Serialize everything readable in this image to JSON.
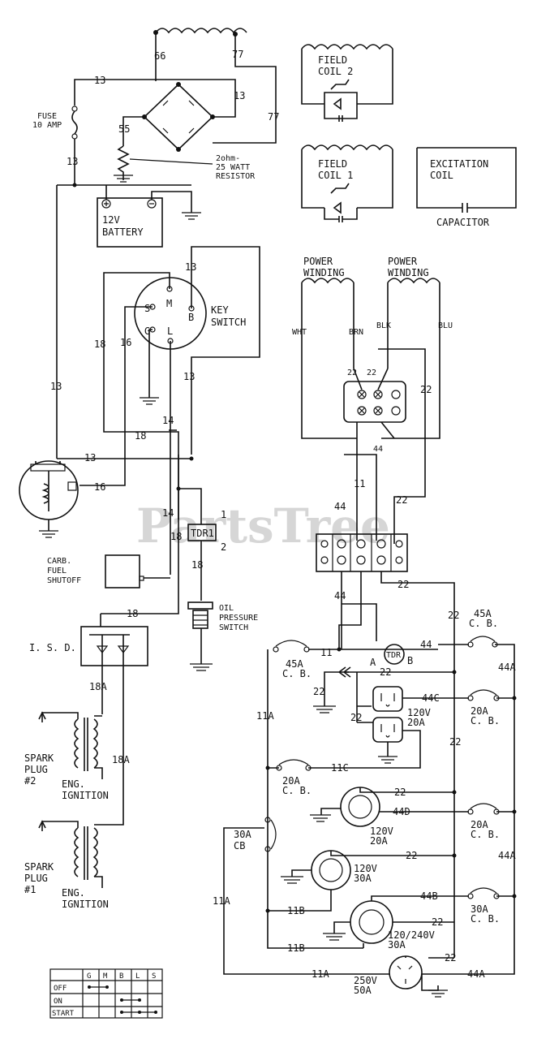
{
  "watermark": "PartsTree",
  "wire_labels": {
    "w66": "66",
    "w77a": "77",
    "w77b": "77",
    "w13a": "13",
    "w13b": "13",
    "w13c": "13",
    "w13d": "13",
    "w13e": "13",
    "w13f": "13",
    "w13g": "13",
    "w55": "55",
    "w18a": "18",
    "w18b": "18",
    "w18c": "18",
    "w18d": "18",
    "w18e": "18",
    "w16a": "16",
    "w16b": "16",
    "w14a": "14",
    "w14b": "14",
    "w18Aa": "18A",
    "w18Ab": "18A",
    "w22a": "22",
    "w22b": "22",
    "w22c": "22",
    "w22d": "22",
    "w22e": "22",
    "w22f": "22",
    "w22g": "22",
    "w22h": "22",
    "w22i": "22",
    "w22j": "22",
    "w22k": "22",
    "w22l": "22",
    "w22m": "22",
    "w22n": "22",
    "w44a": "44",
    "w44b": "44",
    "w44c": "44",
    "w44d": "44",
    "w11a": "11",
    "w11b": "11",
    "w44Aa": "44A",
    "w44Ab": "44A",
    "w44Ac": "44A",
    "w11Aa": "11A",
    "w11Ab": "11A",
    "w11Ac": "11A",
    "w44C": "44C",
    "w44D": "44D",
    "w44B": "44B",
    "w11C": "11C",
    "w11Ba": "11B",
    "w11Bb": "11B",
    "pin1": "1",
    "pin2": "2",
    "termA": "A",
    "termB": "B"
  },
  "components": {
    "fuse": "FUSE\n10 AMP",
    "resistor": "2ohm-\n25 WATT\nRESISTOR",
    "battery": "12V\nBATTERY",
    "key_switch": "KEY\nSWITCH",
    "key_terms": {
      "M": "M",
      "B": "B",
      "S": "S",
      "G": "G",
      "L": "L"
    },
    "tdr1": "TDR1",
    "tdr": "TDR",
    "carb": "CARB.\nFUEL\nSHUTOFF",
    "oil": "OIL\nPRESSURE\nSWITCH",
    "isd": "I. S. D.",
    "spark2": "SPARK\nPLUG\n#2",
    "spark1": "SPARK\nPLUG\n#1",
    "eng_ign": "ENG.\nIGNITION",
    "field2": "FIELD\nCOIL 2",
    "field1": "FIELD\nCOIL 1",
    "excitation": "EXCITATION\nCOIL",
    "capacitor": "CAPACITOR",
    "power_winding": "POWER\nWINDING",
    "wind_leads": {
      "wht": "WHT",
      "brn": "BRN",
      "blk": "BLK",
      "blu": "BLU"
    },
    "cb45": "45A\nC. B.",
    "cb45b": "45A\nC. B.",
    "cb20a": "20A\nC. B.",
    "cb20b": "20A\nC. B.",
    "cb20c": "20A\nC. B.",
    "cb30": "30A\nCB",
    "cb30b": "30A\nC. B.",
    "rec120_20": "120V\n20A",
    "rec120_20b": "120V\n20A",
    "rec120_30": "120V\n30A",
    "rec240_30": "120/240V\n30A",
    "rec250_50": "250V\n50A"
  },
  "table": {
    "columns": [
      "",
      "G",
      "M",
      "B",
      "L",
      "S"
    ],
    "rows": [
      "OFF",
      "ON",
      "START"
    ]
  }
}
